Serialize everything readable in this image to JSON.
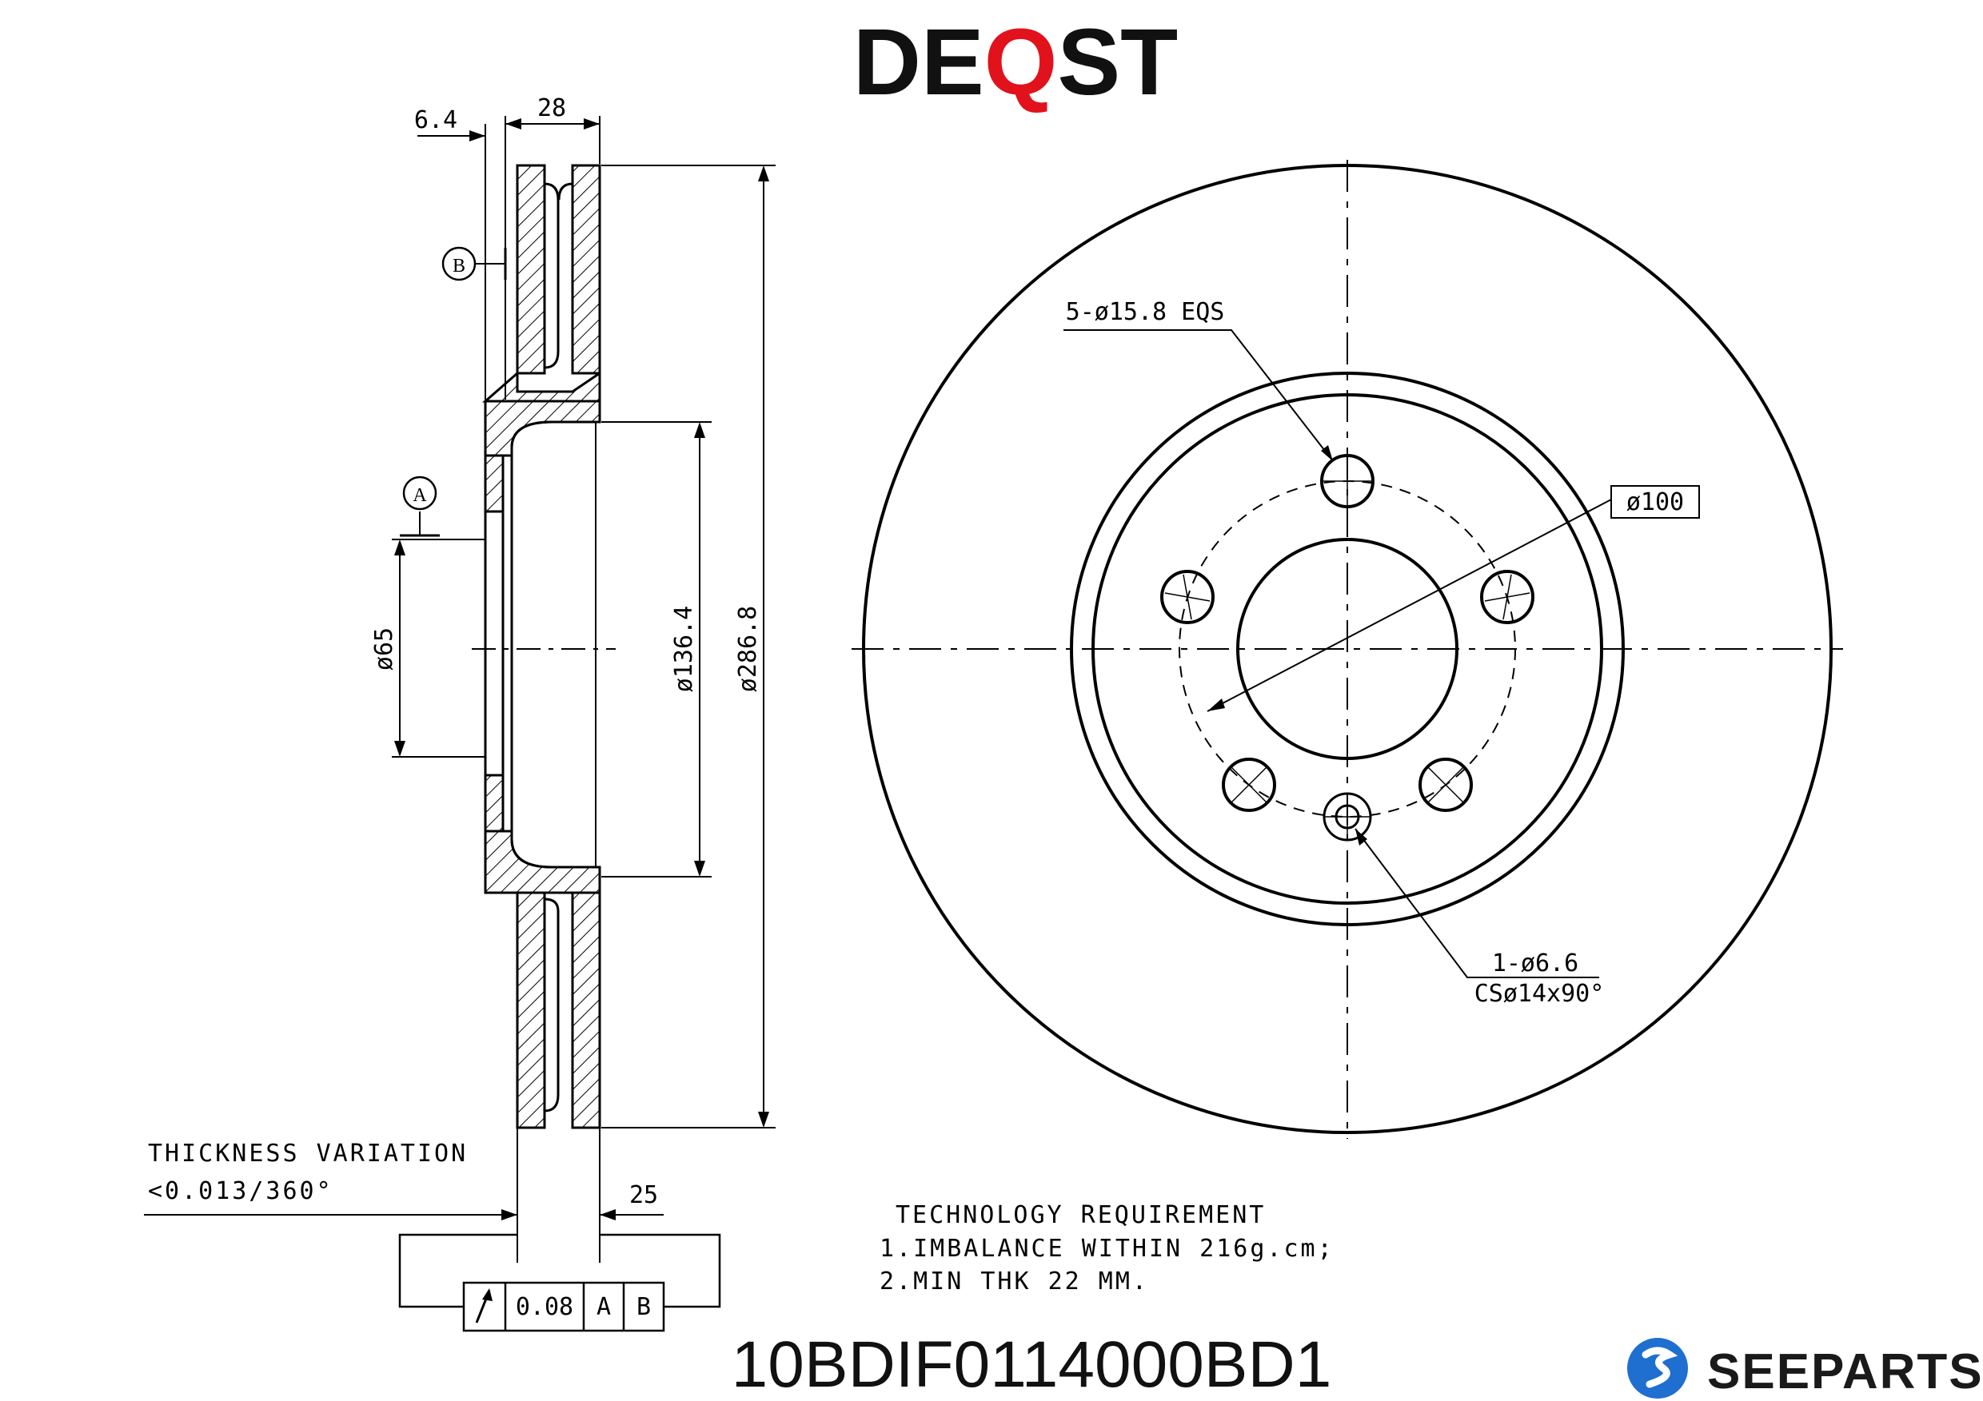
{
  "brand": {
    "left": "DE",
    "accent": "Q",
    "right": "ST",
    "accent_color": "#e1121c"
  },
  "dims": {
    "offset": "6.4",
    "width": "28",
    "datum_b": "B",
    "datum_a": "A",
    "bore": "ø65",
    "hat": "ø136.4",
    "outer": "ø286.8",
    "pcd": "ø100",
    "bolts": "5-ø15.8 EQS",
    "pin": "1-ø6.6",
    "csink": "CSø14x90°",
    "thickness": "25"
  },
  "thickness_variation": {
    "title": "THICKNESS VARIATION",
    "value": "<0.013/360°"
  },
  "tolerance": {
    "value": "0.08",
    "ref1": "A",
    "ref2": "B"
  },
  "requirements": {
    "title": "TECHNOLOGY REQUIREMENT",
    "line1": "1.IMBALANCE WITHIN 216g.cm;",
    "line2": "2.MIN THK 22 MM."
  },
  "part_number": "10BDIF0114000BD1",
  "seeparts": {
    "name": "SEEPARTS",
    "color": "#1e6fd0"
  }
}
